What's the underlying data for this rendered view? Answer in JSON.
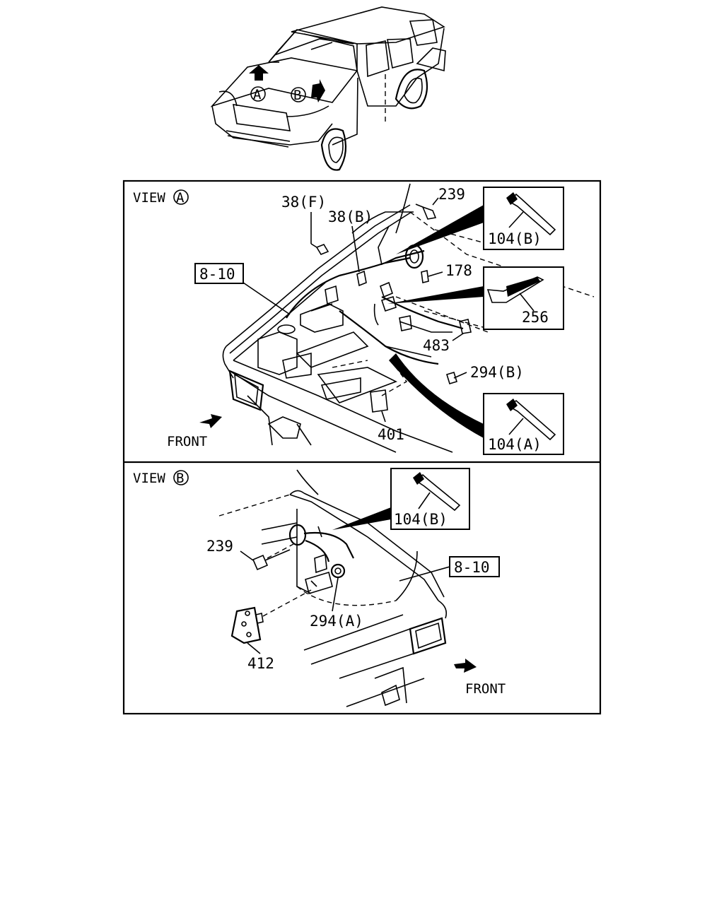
{
  "car": {
    "view_a_marker": "A",
    "view_b_marker": "B"
  },
  "view_a": {
    "title_prefix": "VIEW",
    "title_letter": "A",
    "front_label": "FRONT",
    "parts": {
      "p38f": "38(F)",
      "p38b": "38(B)",
      "p239": "239",
      "p104b": "104(B)",
      "p810": "8-10",
      "p178": "178",
      "p256": "256",
      "p483": "483",
      "p294b": "294(B)",
      "p401": "401",
      "p104a": "104(A)"
    }
  },
  "view_b": {
    "title_prefix": "VIEW",
    "title_letter": "B",
    "front_label": "FRONT",
    "parts": {
      "p104b": "104(B)",
      "p239": "239",
      "p810": "8-10",
      "p294a": "294(A)",
      "p412": "412"
    }
  }
}
